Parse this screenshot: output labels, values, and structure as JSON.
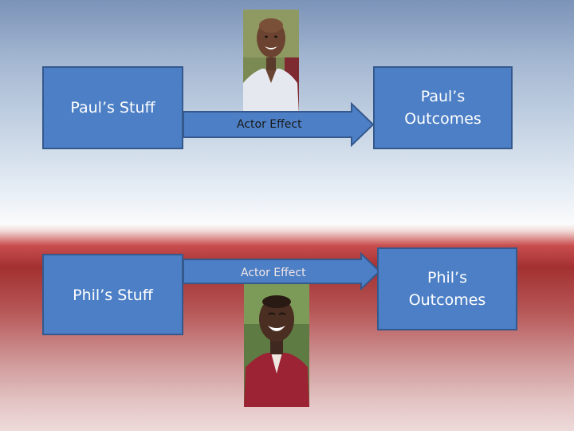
{
  "nodes": {
    "paul_stuff": "Paul’s Stuff",
    "paul_outcomes": "Paul’s\nOutcomes",
    "phil_stuff": "Phil’s Stuff",
    "phil_outcomes": "Phil’s\nOutcomes"
  },
  "edges": {
    "paul_actor_effect": "Actor Effect",
    "phil_actor_effect": "Actor Effect"
  },
  "colors": {
    "box_fill": "#4c7fc5",
    "box_border": "#35598d",
    "arrow_fill": "#4c7fc5"
  },
  "images": {
    "paul_photo": "portrait of smiling bald man in light shirt",
    "phil_photo": "portrait of laughing man in red shirt"
  }
}
